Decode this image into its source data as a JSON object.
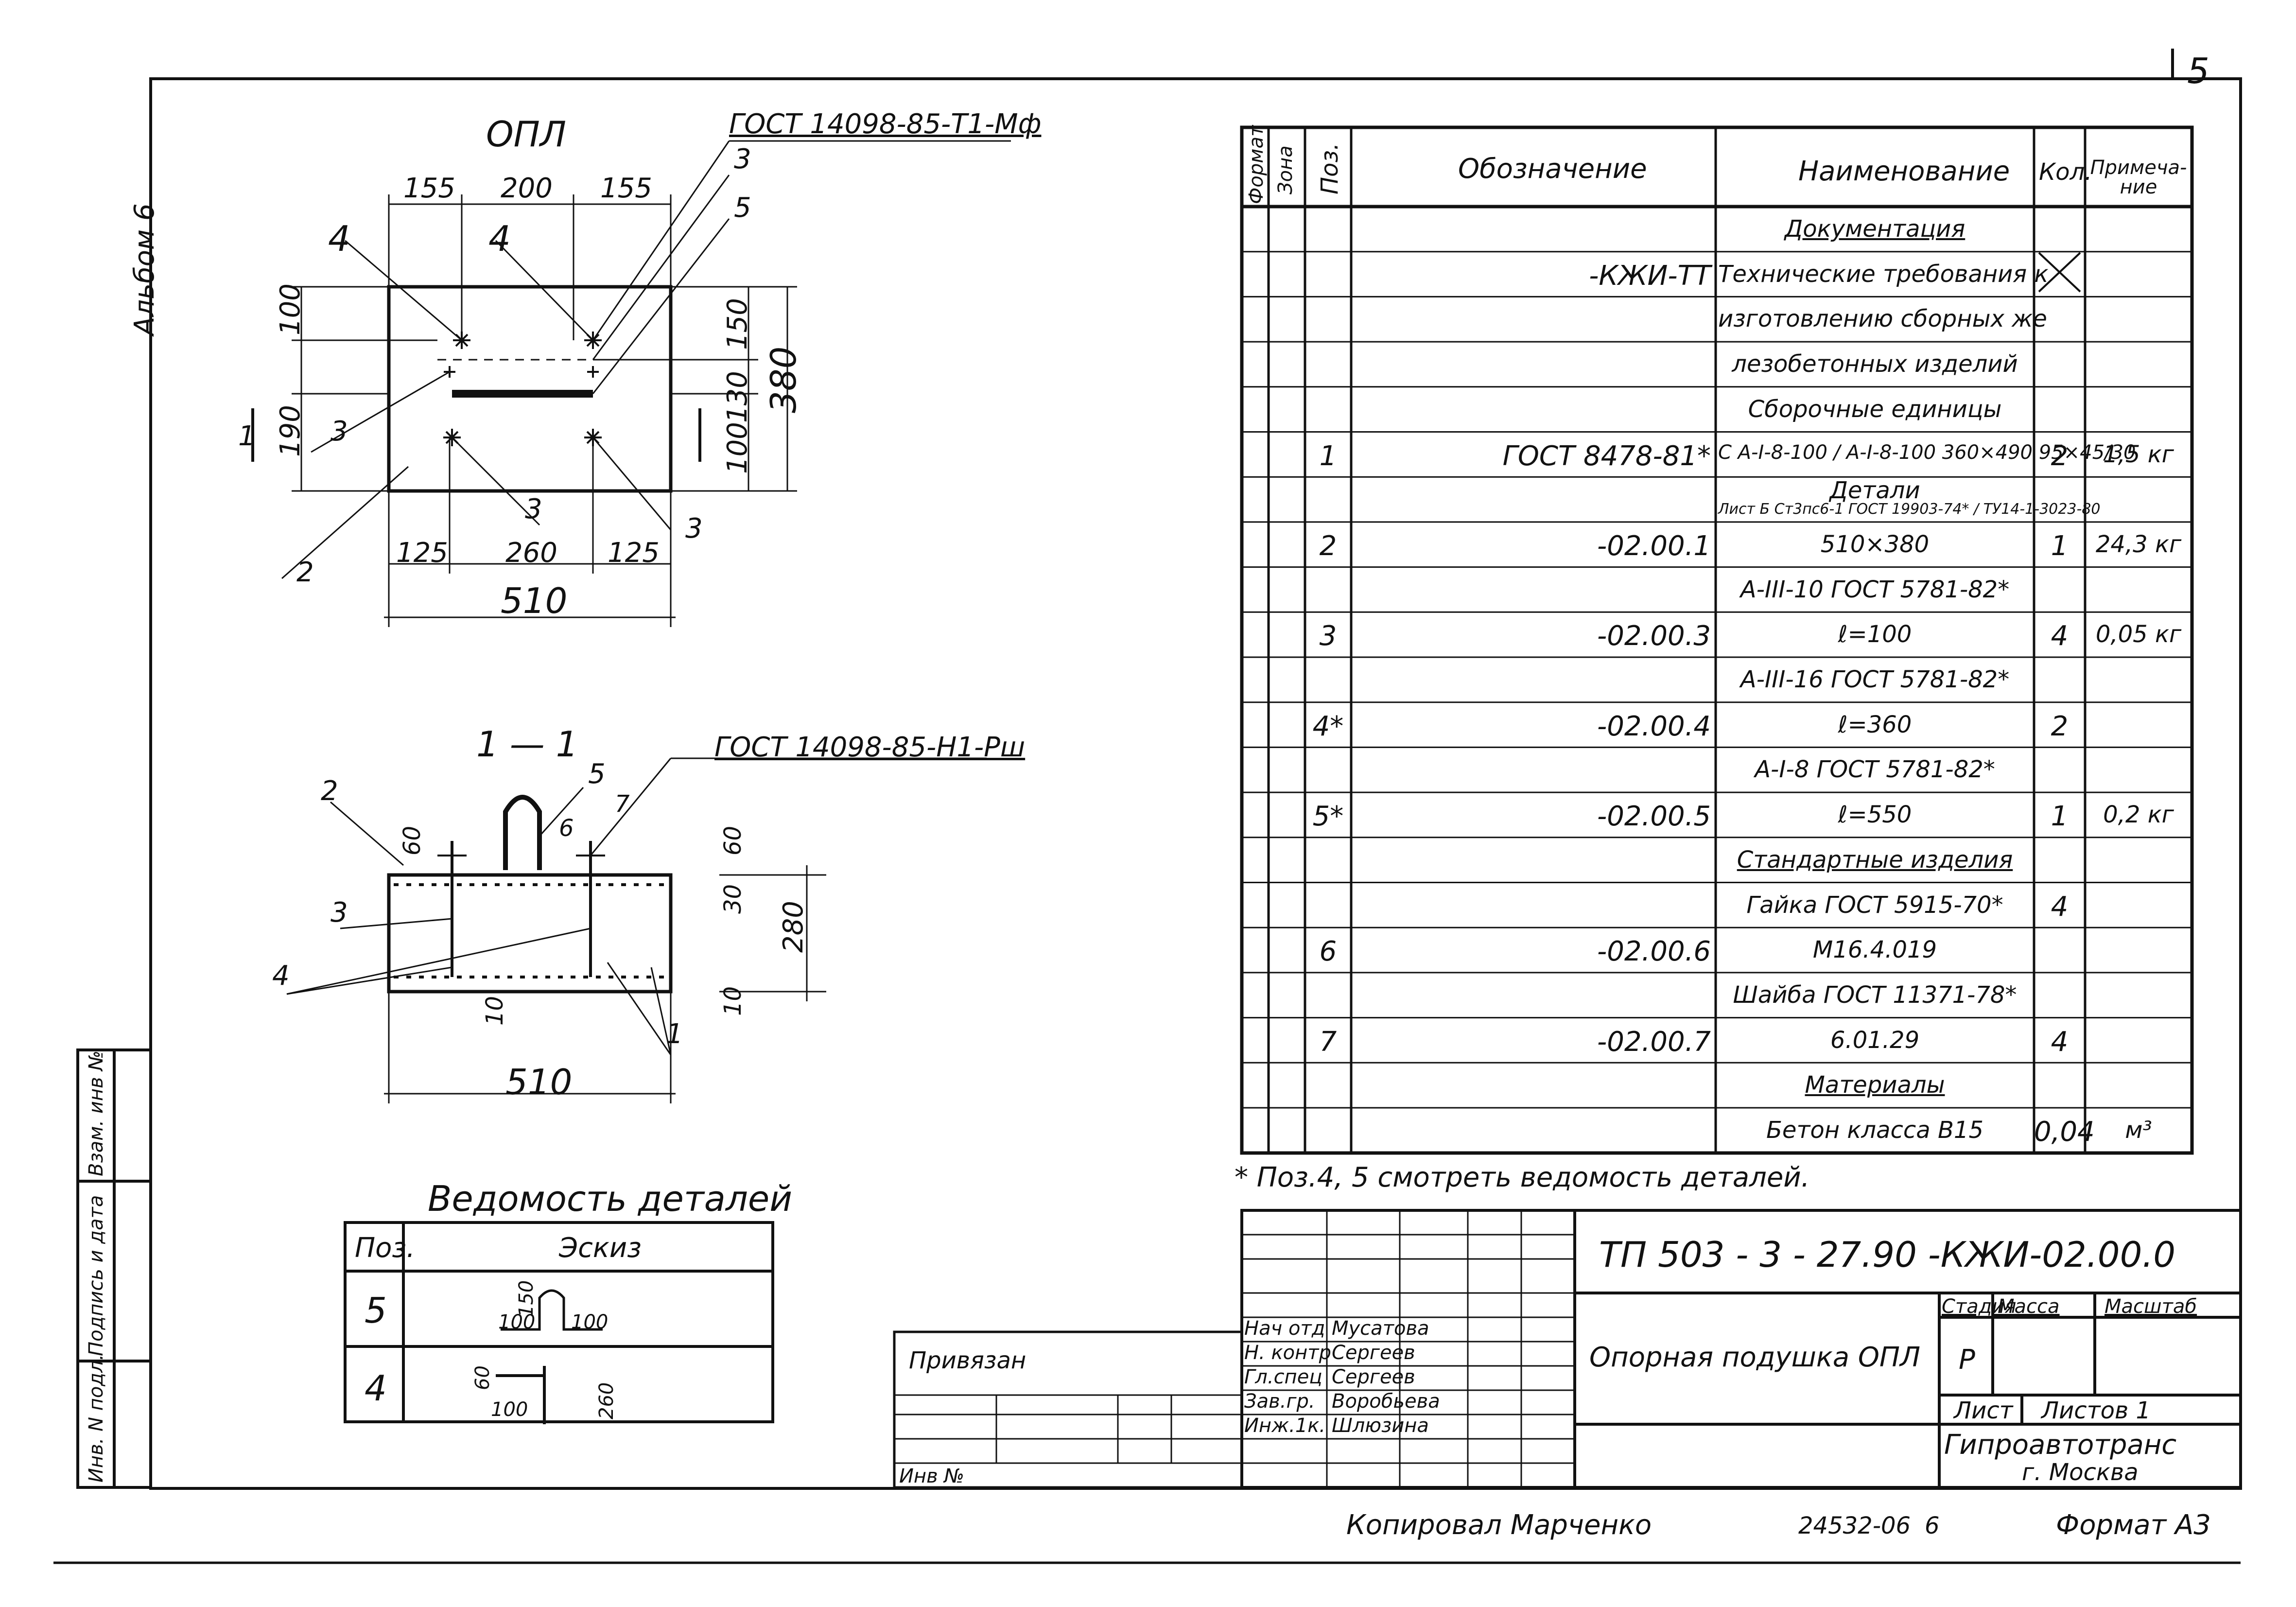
{
  "page_number": "5",
  "album": "Альбом 6",
  "plan": {
    "title": "ОПЛ",
    "gost_label": "ГОСТ 14098-85-Т1-Мф",
    "dims_top": [
      "155",
      "200",
      "155"
    ],
    "dims_bottom": [
      "125",
      "260",
      "125"
    ],
    "overall_width": "510",
    "dims_left": [
      "100",
      "190"
    ],
    "dims_right": [
      "150",
      "130",
      "100"
    ],
    "overall_height": "380",
    "section_mark": "1",
    "callouts": [
      "4",
      "4",
      "3",
      "5",
      "3",
      "3",
      "3",
      "2"
    ]
  },
  "section": {
    "title": "1 — 1",
    "gost_label": "ГОСТ 14098-85-Н1-Рш",
    "callouts": [
      "2",
      "5",
      "6",
      "7",
      "3",
      "4",
      "1"
    ],
    "dims": [
      "60",
      "60",
      "30",
      "10",
      "10",
      "280"
    ],
    "overall_width": "510"
  },
  "details": {
    "title": "Ведомость деталей",
    "headers": [
      "Поз.",
      "Эскиз"
    ],
    "rows": [
      {
        "pos": "5",
        "sketch_dims": [
          "150",
          "100",
          "100"
        ]
      },
      {
        "pos": "4",
        "sketch_dims": [
          "60",
          "100",
          "260"
        ]
      }
    ]
  },
  "spec": {
    "headers": [
      "Формат",
      "Зона",
      "Поз.",
      "Обозначение",
      "Наименование",
      "Кол.",
      "Примеча-ние"
    ],
    "rows": [
      {
        "pos": "",
        "oboz": "",
        "name": "Документация",
        "qty": "",
        "note": "",
        "underline": true
      },
      {
        "pos": "",
        "oboz": "-КЖИ-ТТ",
        "name": "Технические требования к",
        "qty": "X",
        "note": ""
      },
      {
        "pos": "",
        "oboz": "",
        "name": "изготовлению сборных же",
        "qty": "",
        "note": ""
      },
      {
        "pos": "",
        "oboz": "",
        "name": "лезобетонных изделий",
        "qty": "",
        "note": ""
      },
      {
        "pos": "",
        "oboz": "",
        "name": "Сборочные единицы",
        "qty": "",
        "note": ""
      },
      {
        "pos": "1",
        "oboz": "ГОСТ 8478-81*",
        "name": "С А-I-8-100 / А-I-8-100 360×490 95×45/30",
        "qty": "2",
        "note": "1,5 кг"
      },
      {
        "pos": "",
        "oboz": "",
        "name": "Детали",
        "qty": "",
        "note": "",
        "sub": "Лист Б Ст3пс6-1 ГОСТ 19903-74* / ТУ14-1-3023-80"
      },
      {
        "pos": "2",
        "oboz": "-02.00.1",
        "name": "510×380",
        "qty": "1",
        "note": "24,3 кг"
      },
      {
        "pos": "",
        "oboz": "",
        "name": "А-III-10 ГОСТ 5781-82*",
        "qty": "",
        "note": ""
      },
      {
        "pos": "3",
        "oboz": "-02.00.3",
        "name": "ℓ=100",
        "qty": "4",
        "note": "0,05 кг"
      },
      {
        "pos": "",
        "oboz": "",
        "name": "А-III-16 ГОСТ 5781-82*",
        "qty": "",
        "note": ""
      },
      {
        "pos": "4*",
        "oboz": "-02.00.4",
        "name": "ℓ=360",
        "qty": "2",
        "note": ""
      },
      {
        "pos": "",
        "oboz": "",
        "name": "А-I-8 ГОСТ 5781-82*",
        "qty": "",
        "note": ""
      },
      {
        "pos": "5*",
        "oboz": "-02.00.5",
        "name": "ℓ=550",
        "qty": "1",
        "note": "0,2 кг"
      },
      {
        "pos": "",
        "oboz": "",
        "name": "Стандартные изделия",
        "qty": "",
        "note": "",
        "underline": true
      },
      {
        "pos": "",
        "oboz": "",
        "name": "Гайка ГОСТ 5915-70*",
        "qty": "4",
        "note": ""
      },
      {
        "pos": "6",
        "oboz": "-02.00.6",
        "name": "М16.4.019",
        "qty": "",
        "note": ""
      },
      {
        "pos": "",
        "oboz": "",
        "name": "Шайба ГОСТ 11371-78*",
        "qty": "",
        "note": ""
      },
      {
        "pos": "7",
        "oboz": "-02.00.7",
        "name": "6.01.29",
        "qty": "4",
        "note": ""
      },
      {
        "pos": "",
        "oboz": "",
        "name": "Материалы",
        "qty": "",
        "note": "",
        "underline": true
      },
      {
        "pos": "",
        "oboz": "",
        "name": "Бетон класса В15",
        "qty": "0,04",
        "note": "м³"
      }
    ],
    "footnote": "* Поз.4, 5 смотреть ведомость деталей."
  },
  "stamp": {
    "code": "ТП 503 - 3 - 27.90 -КЖИ-02.00.0",
    "name": "Опорная подушка ОПЛ",
    "stage_labels": [
      "Стадия",
      "Масса",
      "Масштаб"
    ],
    "stage_value": "Р",
    "sheet_labels": [
      "Лист",
      "Листов 1"
    ],
    "org_line1": "Гипроавтотранс",
    "org_line2": "г. Москва",
    "signers": [
      {
        "role": "Нач отд",
        "name": "Мусатова"
      },
      {
        "role": "Н. контр",
        "name": "Сергеев"
      },
      {
        "role": "Гл.спец",
        "name": "Сергеев"
      },
      {
        "role": "Зав.гр.",
        "name": "Воробьева"
      },
      {
        "role": "Инж.1к.",
        "name": "Шлюзина"
      }
    ],
    "privyazan": "Привязан",
    "inv_label": "Инв №"
  },
  "side_block": [
    "Взам. инв №",
    "Подпись и дата",
    "Инв. N подл."
  ],
  "bottom": {
    "copied": "Копировал  Марченко",
    "number": "24532-06",
    "sheet_letter": "6",
    "format": "Формат А3"
  }
}
